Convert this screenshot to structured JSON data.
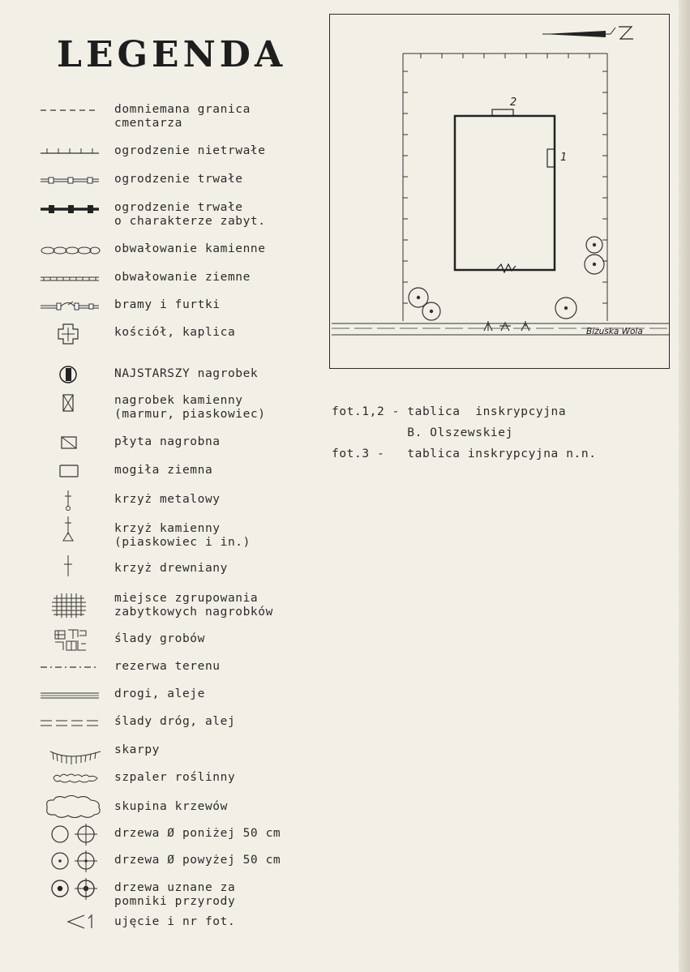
{
  "title": "LEGENDA",
  "legend": [
    {
      "label": "domniemana granica\ncmentarza",
      "icon": "dashed-line-icon"
    },
    {
      "label": "ogrodzenie nietrwałe",
      "icon": "temporary-fence-icon"
    },
    {
      "label": "ogrodzenie trwałe",
      "icon": "permanent-fence-icon"
    },
    {
      "label": "ogrodzenie trwałe\no charakterze zabyt.",
      "icon": "historic-fence-icon"
    },
    {
      "label": "obwałowanie kamienne",
      "icon": "stone-embankment-icon"
    },
    {
      "label": "obwałowanie ziemne",
      "icon": "earth-embankment-icon"
    },
    {
      "label": "bramy i furtki",
      "icon": "gate-icon"
    },
    {
      "label": "kościół, kaplica",
      "icon": "church-icon"
    },
    {
      "label": "NAJSTARSZY nagrobek",
      "icon": "oldest-tombstone-icon"
    },
    {
      "label": "nagrobek kamienny\n(marmur, piaskowiec)",
      "icon": "stone-tombstone-icon"
    },
    {
      "label": "płyta nagrobna",
      "icon": "grave-slab-icon"
    },
    {
      "label": "mogiła ziemna",
      "icon": "earth-grave-icon"
    },
    {
      "label": "krzyż metalowy",
      "icon": "metal-cross-icon"
    },
    {
      "label": "krzyż kamienny\n(piaskowiec i in.)",
      "icon": "stone-cross-icon"
    },
    {
      "label": "krzyż drewniany",
      "icon": "wooden-cross-icon"
    },
    {
      "label": "miejsce zgrupowania\nzabytkowych nagrobków",
      "icon": "tomb-group-icon"
    },
    {
      "label": "ślady grobów",
      "icon": "grave-traces-icon"
    },
    {
      "label": "rezerwa terenu",
      "icon": "land-reserve-icon"
    },
    {
      "label": "drogi, aleje",
      "icon": "road-icon"
    },
    {
      "label": "ślady dróg, alej",
      "icon": "road-traces-icon"
    },
    {
      "label": "skarpy",
      "icon": "escarpment-icon"
    },
    {
      "label": "szpaler roślinny",
      "icon": "hedgerow-icon"
    },
    {
      "label": "skupina krzewów",
      "icon": "shrub-group-icon"
    },
    {
      "label": "drzewa Ø poniżej 50 cm",
      "icon": "small-tree-icon"
    },
    {
      "label": "drzewa Ø powyżej 50 cm",
      "icon": "large-tree-icon"
    },
    {
      "label": "drzewa uznane za\npomniki przyrody",
      "icon": "monument-tree-icon"
    },
    {
      "label": "ujęcie i nr fot.",
      "icon": "photo-angle-icon"
    }
  ],
  "map": {
    "road_label": "Bizuska Wola",
    "marker_1": "1",
    "marker_2": "2"
  },
  "notes": [
    "fot.1,2 - tablica  inskrypcyjna",
    "          B. Olszewskiej",
    "fot.3 -   tablica inskrypcyjna n.n."
  ]
}
